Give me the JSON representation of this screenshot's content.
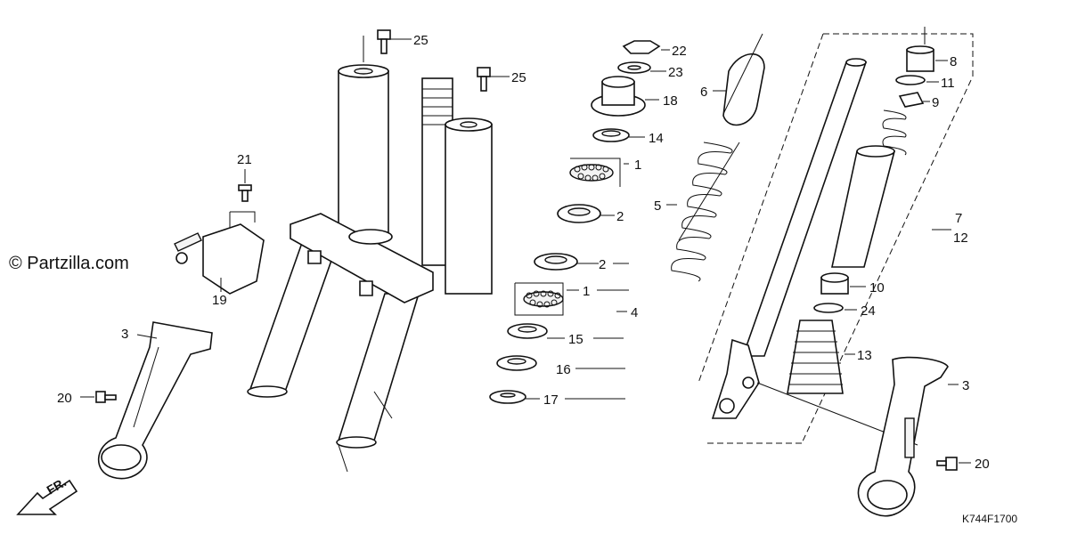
{
  "watermark": "© Partzilla.com",
  "diagram_code": "K744F1700",
  "direction_label": "FR.",
  "callouts": {
    "c25a": "25",
    "c25b": "25",
    "c22": "22",
    "c23": "23",
    "c18": "18",
    "c14": "14",
    "c1a": "1",
    "c2a": "2",
    "c2b": "2",
    "c1b": "1",
    "c4": "4",
    "c15": "15",
    "c16": "16",
    "c17": "17",
    "c6": "6",
    "c5": "5",
    "c8": "8",
    "c11": "11",
    "c9": "9",
    "c7": "7",
    "c12": "12",
    "c10": "10",
    "c24": "24",
    "c13": "13",
    "c3a": "3",
    "c3b": "3",
    "c20a": "20",
    "c20b": "20",
    "c21": "21",
    "c19": "19"
  }
}
